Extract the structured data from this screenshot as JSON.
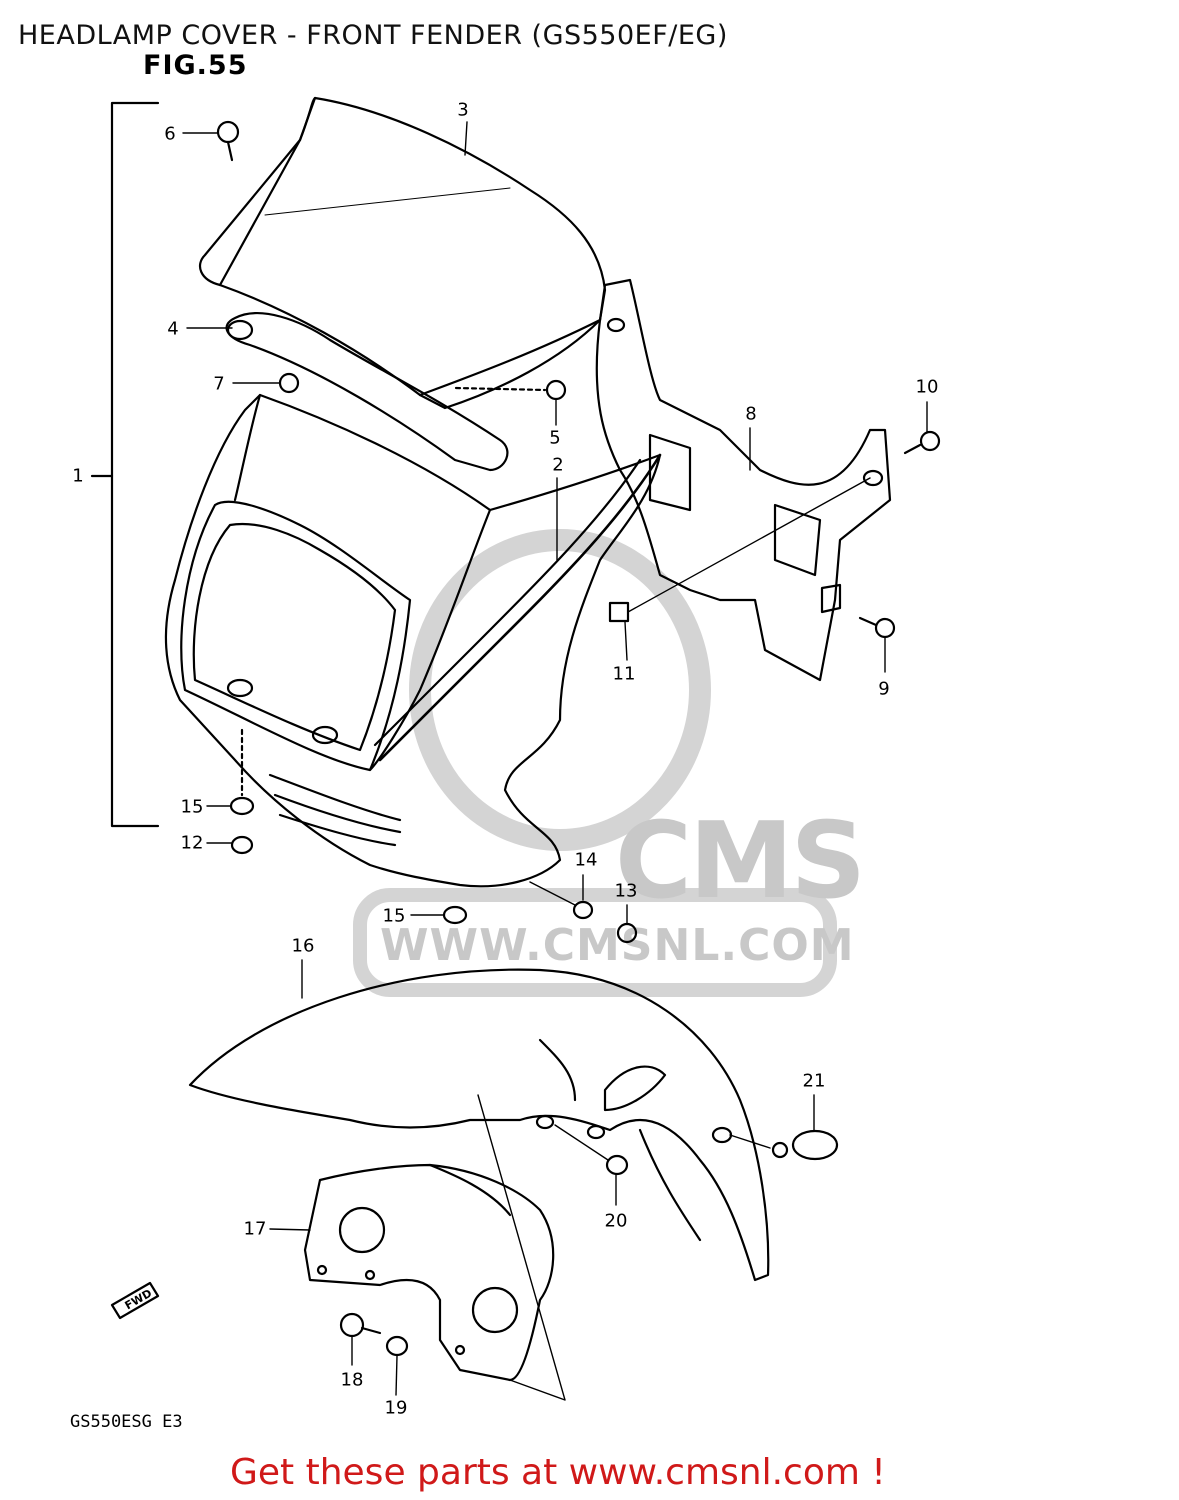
{
  "title": "HEADLAMP COVER - FRONT FENDER (GS550EF/EG)",
  "figure": "FIG.55",
  "callouts": [
    {
      "id": "c1",
      "text": "1"
    },
    {
      "id": "c2",
      "text": "2"
    },
    {
      "id": "c3",
      "text": "3"
    },
    {
      "id": "c4",
      "text": "4"
    },
    {
      "id": "c5",
      "text": "5"
    },
    {
      "id": "c6",
      "text": "6"
    },
    {
      "id": "c7",
      "text": "7"
    },
    {
      "id": "c8",
      "text": "8"
    },
    {
      "id": "c9",
      "text": "9"
    },
    {
      "id": "c10",
      "text": "10"
    },
    {
      "id": "c11",
      "text": "11"
    },
    {
      "id": "c12",
      "text": "12"
    },
    {
      "id": "c13",
      "text": "13"
    },
    {
      "id": "c14",
      "text": "14"
    },
    {
      "id": "c15a",
      "text": "15"
    },
    {
      "id": "c15b",
      "text": "15"
    },
    {
      "id": "c16",
      "text": "16"
    },
    {
      "id": "c17",
      "text": "17"
    },
    {
      "id": "c18",
      "text": "18"
    },
    {
      "id": "c19",
      "text": "19"
    },
    {
      "id": "c20",
      "text": "20"
    },
    {
      "id": "c21",
      "text": "21"
    }
  ],
  "fwd_label": "FWD",
  "model_code": "GS550ESG  E3",
  "watermark": {
    "logo": "CMS",
    "url": "WWW.CMSNL.COM"
  },
  "footer": "Get these parts at www.cmsnl.com !",
  "colors": {
    "line": "#000000",
    "footer": "#d01919",
    "watermark": "#c8c8c8"
  }
}
